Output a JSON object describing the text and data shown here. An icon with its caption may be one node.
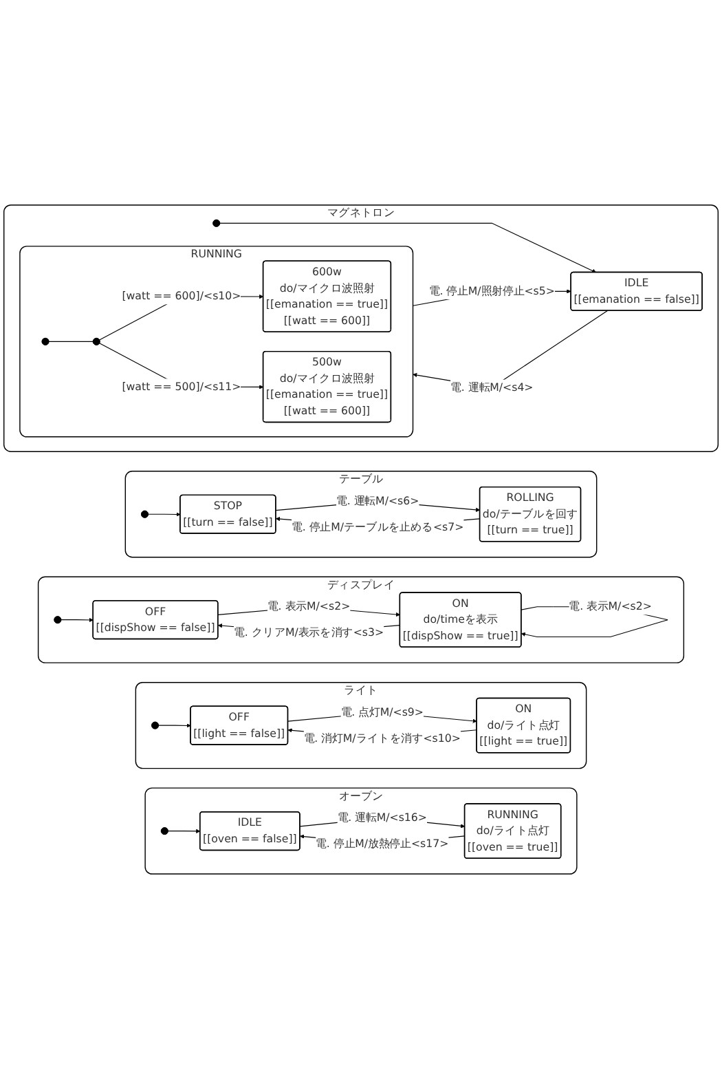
{
  "diagram": {
    "nodes": [
      {
        "text": [
          "マグネトロン"
        ]
      },
      {
        "text": [],
        "shape": "circle",
        "in": 0
      },
      {
        "text": [
          "IDLE",
          "[[emanation == false]]"
        ],
        "in": 0
      },
      {
        "text": [
          "RUNNING"
        ],
        "in": 0
      },
      {
        "text": [],
        "shape": "circle",
        "in": 3
      },
      {
        "text": [],
        "shape": "circle",
        "in": 3
      },
      {
        "text": [
          "600w",
          "do/マイクロ波照射",
          "[[emanation == true]]",
          "[[watt == 600]]"
        ],
        "in": 3
      },
      {
        "text": [
          "500w",
          "do/マイクロ波照射",
          "[[emanation == true]]",
          "[[watt == 600]]"
        ],
        "in": 3
      },
      {
        "text": [
          "テーブル"
        ]
      },
      {
        "text": [],
        "shape": "circle",
        "in": 8
      },
      {
        "text": [
          "STOP",
          "[[turn == false]]"
        ],
        "in": 8
      },
      {
        "text": [
          "ROLLING",
          "do/テーブルを回す",
          "[[turn == true]]"
        ],
        "in": 8
      },
      {
        "text": [
          "ディスプレイ"
        ]
      },
      {
        "text": [],
        "shape": "circle",
        "in": 12
      },
      {
        "text": [
          "OFF",
          "[[dispShow == false]]"
        ],
        "in": 12
      },
      {
        "text": [
          "ON",
          "do/timeを表示",
          "[[dispShow == true]]"
        ],
        "in": 12
      },
      {
        "text": [
          "ライト"
        ]
      },
      {
        "text": [],
        "shape": "circle",
        "in": 16
      },
      {
        "text": [
          "OFF",
          "[[light == false]]"
        ],
        "in": 16
      },
      {
        "text": [
          "ON",
          "do/ライト点灯",
          "[[light == true]]"
        ],
        "in": 16
      },
      {
        "text": [
          "オーブン"
        ]
      },
      {
        "text": [],
        "shape": "circle",
        "in": 20
      },
      {
        "text": [
          "IDLE",
          "[[oven == false]]"
        ],
        "in": 20
      },
      {
        "text": [
          "RUNNING",
          "do/ライト点灯",
          "[[oven == true]]"
        ],
        "in": 20
      }
    ],
    "edges": [
      {
        "from": 1,
        "to": 2,
        "arrow": "to"
      },
      {
        "from": 2,
        "to": 3,
        "arrow": "to",
        "label": "電. 運転M/<s4>"
      },
      {
        "from": 3,
        "to": 2,
        "arrow": "to",
        "label": "電. 停止M/照射停止<s5>"
      },
      {
        "from": 4,
        "to": 5,
        "arrow": "none"
      },
      {
        "from": 5,
        "to": 6,
        "arrow": "to",
        "label": "[watt == 600]/<s10>"
      },
      {
        "from": 5,
        "to": 7,
        "arrow": "to",
        "label": "[watt == 500]/<s11>"
      },
      {
        "from": 9,
        "to": 10,
        "arrow": "to"
      },
      {
        "from": 10,
        "to": 11,
        "arrow": "to",
        "label": "電. 運転M/<s6>"
      },
      {
        "from": 11,
        "to": 10,
        "arrow": "to",
        "label": "電. 停止M/テーブルを止める<s7>"
      },
      {
        "from": 13,
        "to": 14,
        "arrow": "to"
      },
      {
        "from": 14,
        "to": 15,
        "arrow": "to",
        "label": "電. 表示M/<s2>"
      },
      {
        "from": 15,
        "to": 15,
        "arrow": "to",
        "label": "電. 表示M/<s2>"
      },
      {
        "from": 15,
        "to": 14,
        "arrow": "to",
        "label": "電. クリアM/表示を消す<s3>"
      },
      {
        "from": 17,
        "to": 18,
        "arrow": "to"
      },
      {
        "from": 18,
        "to": 19,
        "arrow": "to",
        "label": "電. 点灯M/<s9>"
      },
      {
        "from": 19,
        "to": 18,
        "arrow": "to",
        "label": "電. 消灯M/ライトを消す<s10>"
      },
      {
        "from": 21,
        "to": 22,
        "arrow": "to"
      },
      {
        "from": 22,
        "to": 23,
        "arrow": "to",
        "label": "電. 運転M/<s16>"
      },
      {
        "from": 23,
        "to": 22,
        "arrow": "to",
        "label": "電. 停止M/放熱停止<s17>"
      }
    ]
  }
}
